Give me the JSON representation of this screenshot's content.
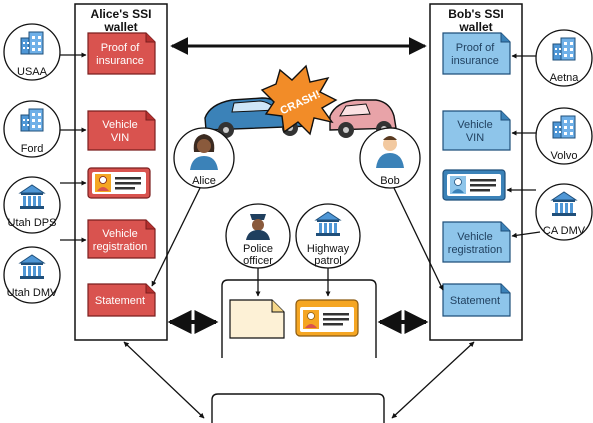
{
  "alice_wallet": {
    "title_line1": "Alice's SSI",
    "title_line2": "wallet",
    "docs": {
      "proof_of_insurance": [
        "Proof of",
        "insurance"
      ],
      "vehicle_vin": [
        "Vehicle",
        "VIN"
      ],
      "vehicle_registration": [
        "Vehicle",
        "registration"
      ],
      "statement": [
        "Statement"
      ]
    }
  },
  "bob_wallet": {
    "title_line1": "Bob's SSI",
    "title_line2": "wallet",
    "docs": {
      "proof_of_insurance": [
        "Proof of",
        "insurance"
      ],
      "vehicle_vin": [
        "Vehicle",
        "VIN"
      ],
      "vehicle_registration": [
        "Vehicle",
        "registration"
      ],
      "statement": [
        "Statement"
      ]
    }
  },
  "issuers_left": [
    "USAA",
    "Ford",
    "Utah DPS",
    "Utah DMV"
  ],
  "issuers_right": [
    "Aetna",
    "Volvo",
    "CA DMV"
  ],
  "people": {
    "alice": "Alice",
    "bob": "Bob"
  },
  "officials": {
    "police": [
      "Police",
      "officer"
    ],
    "highway": [
      "Highway",
      "patrol"
    ]
  },
  "crash_label": "CRASH!",
  "colors": {
    "red_doc": "#d9534f",
    "red_doc_dark": "#b5302f",
    "blue_doc": "#8ec5ea",
    "blue_doc_dark": "#3b82b8",
    "icon_blue": "#4f97d6",
    "orange": "#f5a623",
    "crash_orange": "#f28c28"
  },
  "icons": [
    "building-icon",
    "government-icon",
    "id-card-icon",
    "person-icon",
    "car-icon",
    "document-icon"
  ]
}
